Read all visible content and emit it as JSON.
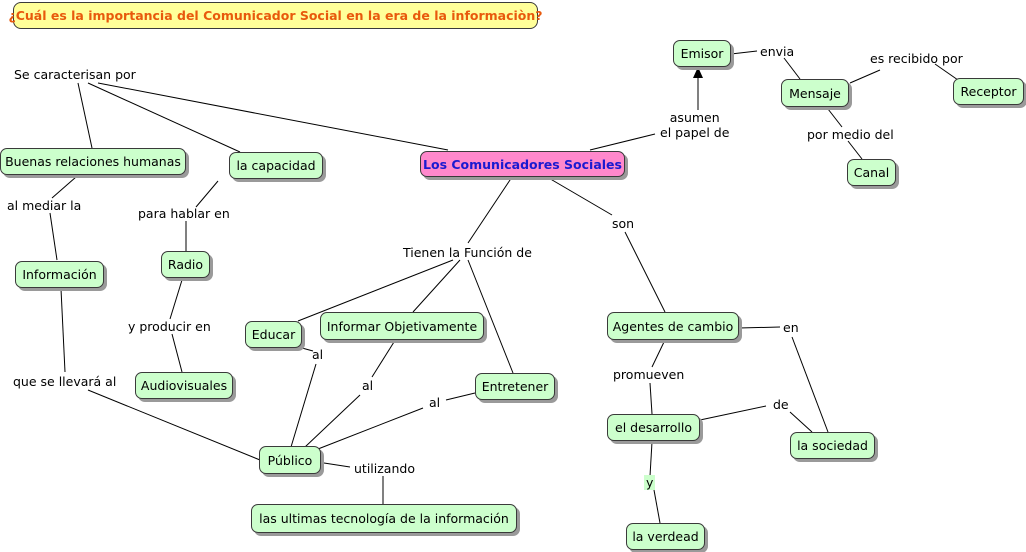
{
  "title": "¿Cuál es la importancia del Comunicador Social en la era de la informaciòn?",
  "nodes": {
    "central": "Los Comunicadores Sociales",
    "emisor": "Emisor",
    "mensaje": "Mensaje",
    "receptor": "Receptor",
    "canal": "Canal",
    "buenas": "Buenas relaciones humanas",
    "capacidad": "la capacidad",
    "informacion": "Información",
    "radio": "Radio",
    "audiovisuales": "Audiovisuales",
    "educar": "Educar",
    "informar": "Informar Objetivamente",
    "entretener": "Entretener",
    "publico": "Público",
    "tecnologia": "las  ultimas tecnología de la información",
    "agentes": "Agentes de cambio",
    "desarrollo": "el desarrollo",
    "sociedad": "la sociedad",
    "verdead": "la verdead"
  },
  "links": {
    "se_caracterisan": "Se caracterisan por",
    "asumen_1": "asumen",
    "asumen_2": "el papel de",
    "envia": "envia",
    "es_recibido": "es recibido por",
    "por_medio": "por medio del",
    "al_mediar": "al mediar la",
    "para_hablar": "para hablar en",
    "y_producir": "y producir en",
    "que_se_llevara": "que se llevará al",
    "tienen_funcion": "Tienen la Función de",
    "son": "son",
    "al_1": "al",
    "al_2": "al",
    "al_3": "al",
    "utilizando": "utilizando",
    "en": "en",
    "promueven": "promueven",
    "de": "de",
    "y": "y"
  },
  "colors": {
    "concept_fill": "#ccffcc",
    "central_fill": "#ff88cc",
    "central_text": "#1a1ad0",
    "title_fill": "#ffff99",
    "title_text": "#e8590c"
  }
}
